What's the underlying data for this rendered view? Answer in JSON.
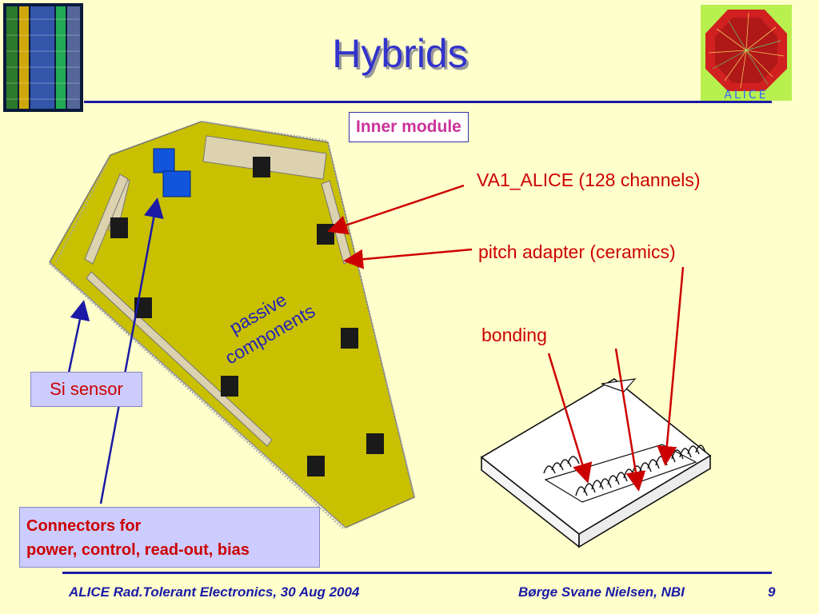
{
  "slide": {
    "title": "Hybrids",
    "inner_module_label": "Inner module",
    "labels": {
      "va1": "VA1_ALICE (128 channels)",
      "pitch_adapter": "pitch adapter (ceramics)",
      "bonding": "bonding",
      "si_sensor": "Si sensor",
      "passive_line1": "passive",
      "passive_line2": "components",
      "connectors_line1": "Connectors for",
      "connectors_line2": "power, control, read-out, bias"
    },
    "footer": {
      "left": "ALICE Rad.Tolerant Electronics, 30 Aug 2004",
      "middle": "Børge Svane Nielsen, NBI",
      "page": "9"
    },
    "logo_text": "ALICE"
  },
  "colors": {
    "background": "#ffffcc",
    "title": "#3333cc",
    "rule": "#1a1aa6",
    "label_red": "#cc0000",
    "label_box": "#ccccff",
    "hybrid_yellow": "#c8c000",
    "chip_black": "#1a1a1a",
    "blue_component": "#1155dd"
  }
}
